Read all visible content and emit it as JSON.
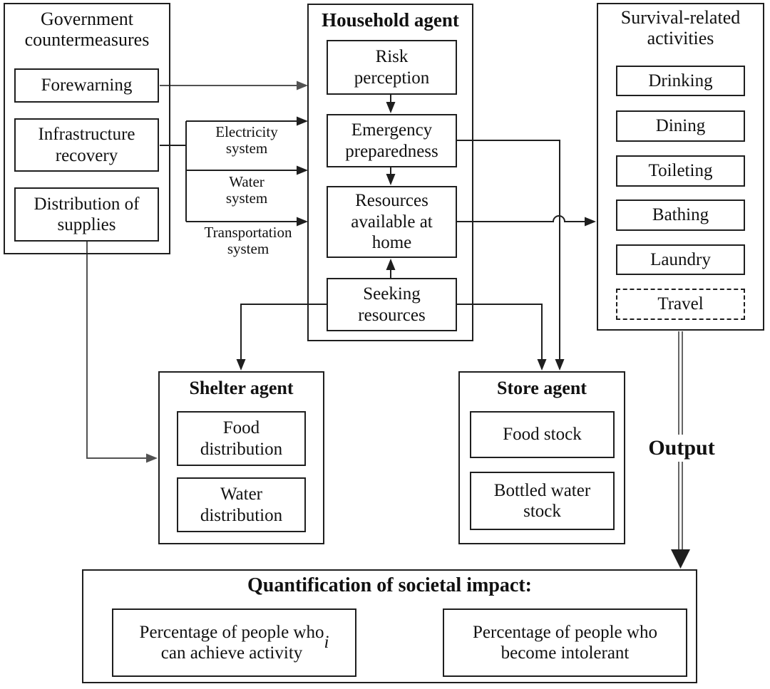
{
  "page": {
    "colors": {
      "line": "#1f1f1f",
      "gray_line": "#525252",
      "background": "#ffffff"
    }
  },
  "government": {
    "title": "Government\ncountermeasures",
    "items": [
      {
        "label": "Forewarning"
      },
      {
        "label": "Infrastructure\nrecovery"
      },
      {
        "label": "Distribution of\nsupplies"
      }
    ]
  },
  "infrastructure_labels": [
    {
      "label": "Electricity\nsystem"
    },
    {
      "label": "Water\nsystem"
    },
    {
      "label": "Transportation\nsystem"
    }
  ],
  "household": {
    "title": "Household agent",
    "items": [
      {
        "label": "Risk\nperception"
      },
      {
        "label": "Emergency\npreparedness"
      },
      {
        "label": "Resources\navailable at\nhome"
      },
      {
        "label": "Seeking\nresources"
      }
    ]
  },
  "survival": {
    "title": "Survival-related\nactivities",
    "items": [
      {
        "label": "Drinking"
      },
      {
        "label": "Dining"
      },
      {
        "label": "Toileting"
      },
      {
        "label": "Bathing"
      },
      {
        "label": "Laundry"
      },
      {
        "label": "Travel"
      }
    ]
  },
  "shelter": {
    "title": "Shelter agent",
    "items": [
      {
        "label": "Food\ndistribution"
      },
      {
        "label": "Water\ndistribution"
      }
    ]
  },
  "store": {
    "title": "Store agent",
    "items": [
      {
        "label": "Food stock"
      },
      {
        "label": "Bottled water\nstock"
      }
    ]
  },
  "output": {
    "label": "Output"
  },
  "quantification": {
    "title": "Quantification of societal impact:",
    "metric_left_prefix": "Percentage of people who\ncan achieve activity ",
    "metric_left_var": "i",
    "metric_right": "Percentage of people who\nbecome intolerant"
  }
}
